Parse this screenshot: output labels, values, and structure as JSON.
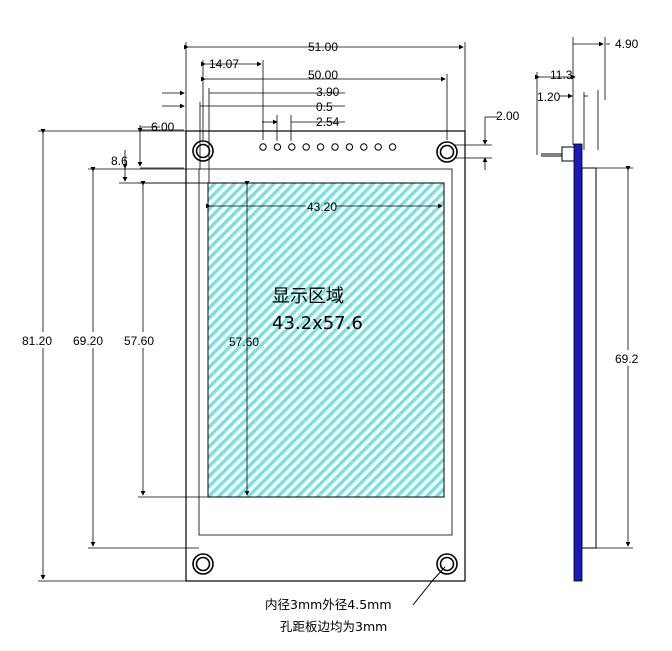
{
  "top_dims": {
    "board_width": "51.00",
    "hole_offset": "14.07",
    "hole_pitch": "50.00",
    "v_390": "3.90",
    "v_05": "0.5",
    "pin_pitch": "2.54",
    "right_offset": "2.00"
  },
  "left_dims": {
    "top_gap": "6.00",
    "lcd_top": "8.6",
    "board_height": "81.20",
    "hole_pitch_v": "69.20",
    "display_height": "57.60"
  },
  "display_area": {
    "width_dim": "43.20",
    "height_dim": "57.60",
    "title": "显示区域",
    "size": "43.2x57.6",
    "fill_color": "#6fe3e0"
  },
  "side_view": {
    "total_thickness": "4.90",
    "pcb_offset": "11.3",
    "pin_dim": "1.20",
    "height": "69.2",
    "pcb_color": "#1a1ab8"
  },
  "note": {
    "line1": "内径3mm外径4.5mm",
    "line2": "孔距板边均为3mm"
  }
}
